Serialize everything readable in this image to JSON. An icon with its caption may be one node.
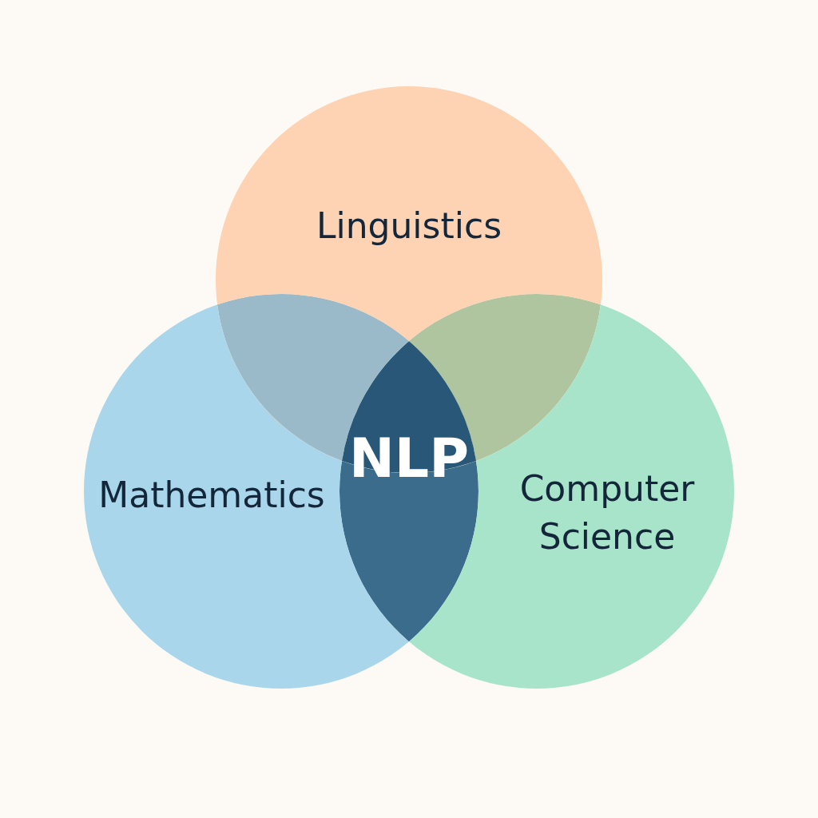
{
  "diagram": {
    "nodes": [
      {
        "text": [
          "Linguistics"
        ]
      },
      {
        "text": [
          "Mathematics"
        ]
      },
      {
        "text": [
          "Computer Science"
        ]
      },
      {
        "text": [
          "NLP"
        ]
      }
    ]
  }
}
